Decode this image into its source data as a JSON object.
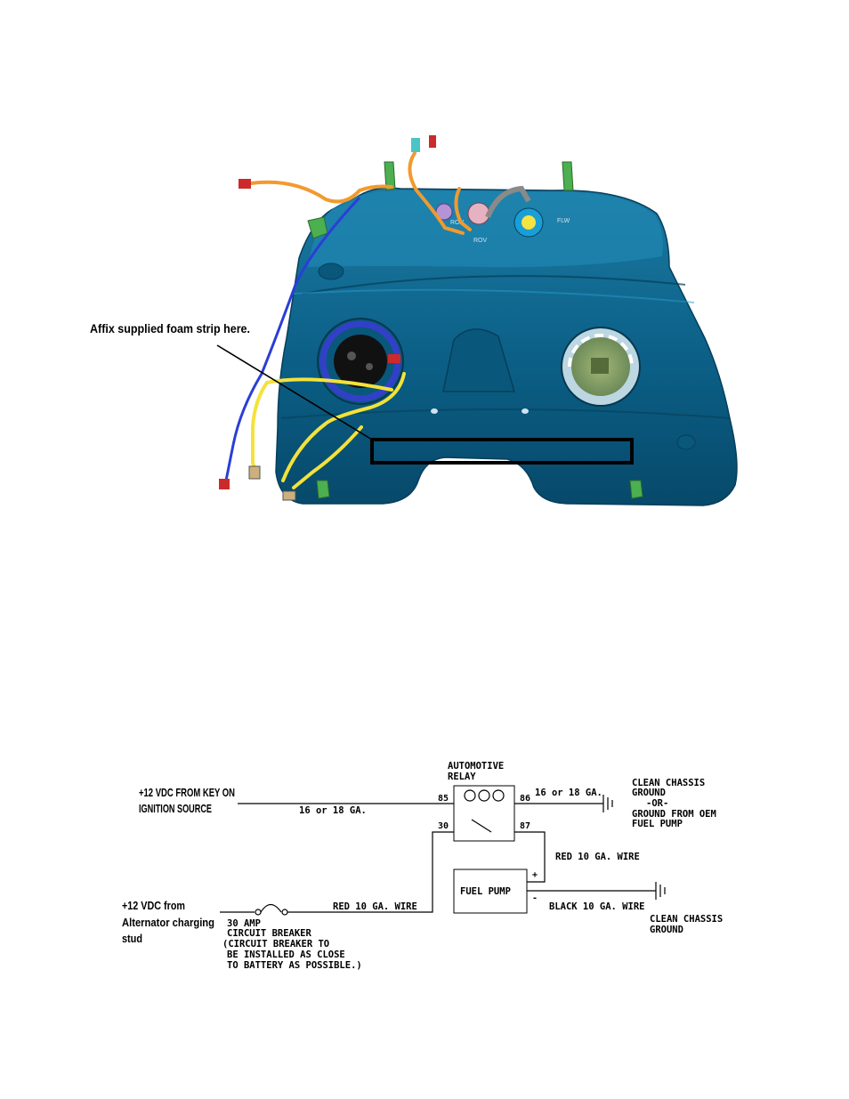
{
  "tank_illustration": {
    "callout": "Affix supplied foam strip here.",
    "port_labels": [
      "ROV",
      "ROV",
      "FLW"
    ],
    "colors": {
      "tank": "#0b5f86",
      "tank_light": "#1c7fa8",
      "tank_dark": "#063f5a",
      "fuel_line_orange": "#f29a2e",
      "wire_yellow": "#f4e23a",
      "wire_blue": "#2b3ed6",
      "bracket_green": "#4caf50",
      "sender_ring": "#3240c8",
      "sender_green": "#8aa66a"
    }
  },
  "wiring_diagram": {
    "relay_title_line1": "AUTOMOTIVE",
    "relay_title_line2": "RELAY",
    "key_source_line1": "+12 VDC FROM KEY ON",
    "key_source_line2": "IGNITION SOURCE",
    "key_wire_gauge": "16 or 18 GA.",
    "ground_wire_gauge": "16 or 18 GA.",
    "pin_85": "85",
    "pin_86": "86",
    "pin_30": "30",
    "pin_87": "87",
    "chassis_ground_1_line1": "CLEAN CHASSIS",
    "chassis_ground_1_line2": "GROUND",
    "chassis_ground_1_line3": "-OR-",
    "chassis_ground_1_line4": "GROUND FROM OEM",
    "chassis_ground_1_line5": "FUEL PUMP",
    "pump_feed_wire": "RED 10 GA. WIRE",
    "fuel_pump_label": "FUEL PUMP",
    "pump_plus": "+",
    "pump_minus": "-",
    "alt_source_line1": "+12 VDC from",
    "alt_source_line2": "Alternator charging",
    "alt_source_line3": "stud",
    "alt_wire": "RED 10 GA. WIRE",
    "pump_ground_wire": "BLACK 10 GA. WIRE",
    "chassis_ground_2_line1": "CLEAN CHASSIS",
    "chassis_ground_2_line2": "GROUND",
    "breaker_line1": "30 AMP",
    "breaker_line2": "CIRCUIT BREAKER",
    "breaker_line3": "(CIRCUIT BREAKER TO",
    "breaker_line4": "BE INSTALLED AS CLOSE",
    "breaker_line5": "TO BATTERY AS POSSIBLE.)"
  }
}
